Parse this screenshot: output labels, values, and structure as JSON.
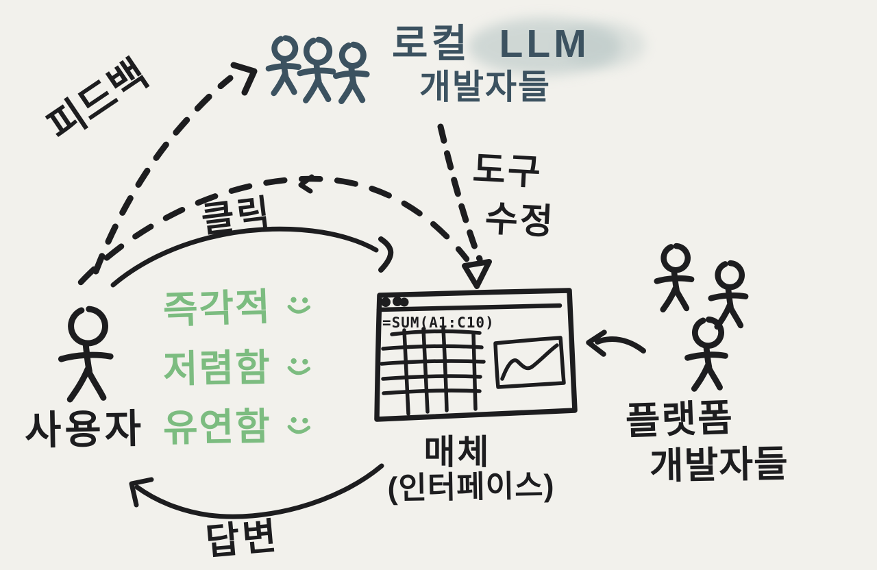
{
  "palette": {
    "background": "#f2f1ec",
    "ink": "#1d1d1f",
    "slate_blue": "#3c5260",
    "green": "#7cbc80",
    "highlight": "#b3c3c2"
  },
  "nodes": {
    "local_llm_devs": {
      "icon": "three-stick-figures",
      "line1": "로컬  LLM",
      "line2": "개발자들",
      "highlighted_word": "LLM"
    },
    "user": {
      "icon": "stick-figure",
      "label": "사용자"
    },
    "interface": {
      "icon": "browser-window-with-spreadsheet-and-chart",
      "formula": "=SUM(A1:C10)",
      "line1": "매체",
      "line2": "(인터페이스)"
    },
    "platform_devs": {
      "icon": "three-stick-figures",
      "line1": "플랫폼",
      "line2": "개발자들"
    }
  },
  "arrows": {
    "feedback": {
      "label": "피드백",
      "style": "dashed",
      "from": "user",
      "to": "local_llm_devs"
    },
    "user_interface_dashed": {
      "label": "",
      "style": "dashed",
      "from": "user",
      "to": "interface"
    },
    "click": {
      "label": "클릭",
      "style": "solid",
      "from": "user",
      "to": "interface"
    },
    "tool_edit": {
      "line1": "도구",
      "line2": "수정",
      "style": "dashed",
      "from": "local_llm_devs",
      "to": "interface"
    },
    "platform_to_interface": {
      "label": "",
      "style": "solid",
      "from": "platform_devs",
      "to": "interface"
    },
    "answer": {
      "label": "답변",
      "style": "solid",
      "from": "interface",
      "to": "user"
    }
  },
  "user_benefits": [
    {
      "label": "즉각적",
      "icon": "smiley-face"
    },
    {
      "label": "저렴함",
      "icon": "smiley-face"
    },
    {
      "label": "유연함",
      "icon": "smiley-face"
    }
  ]
}
